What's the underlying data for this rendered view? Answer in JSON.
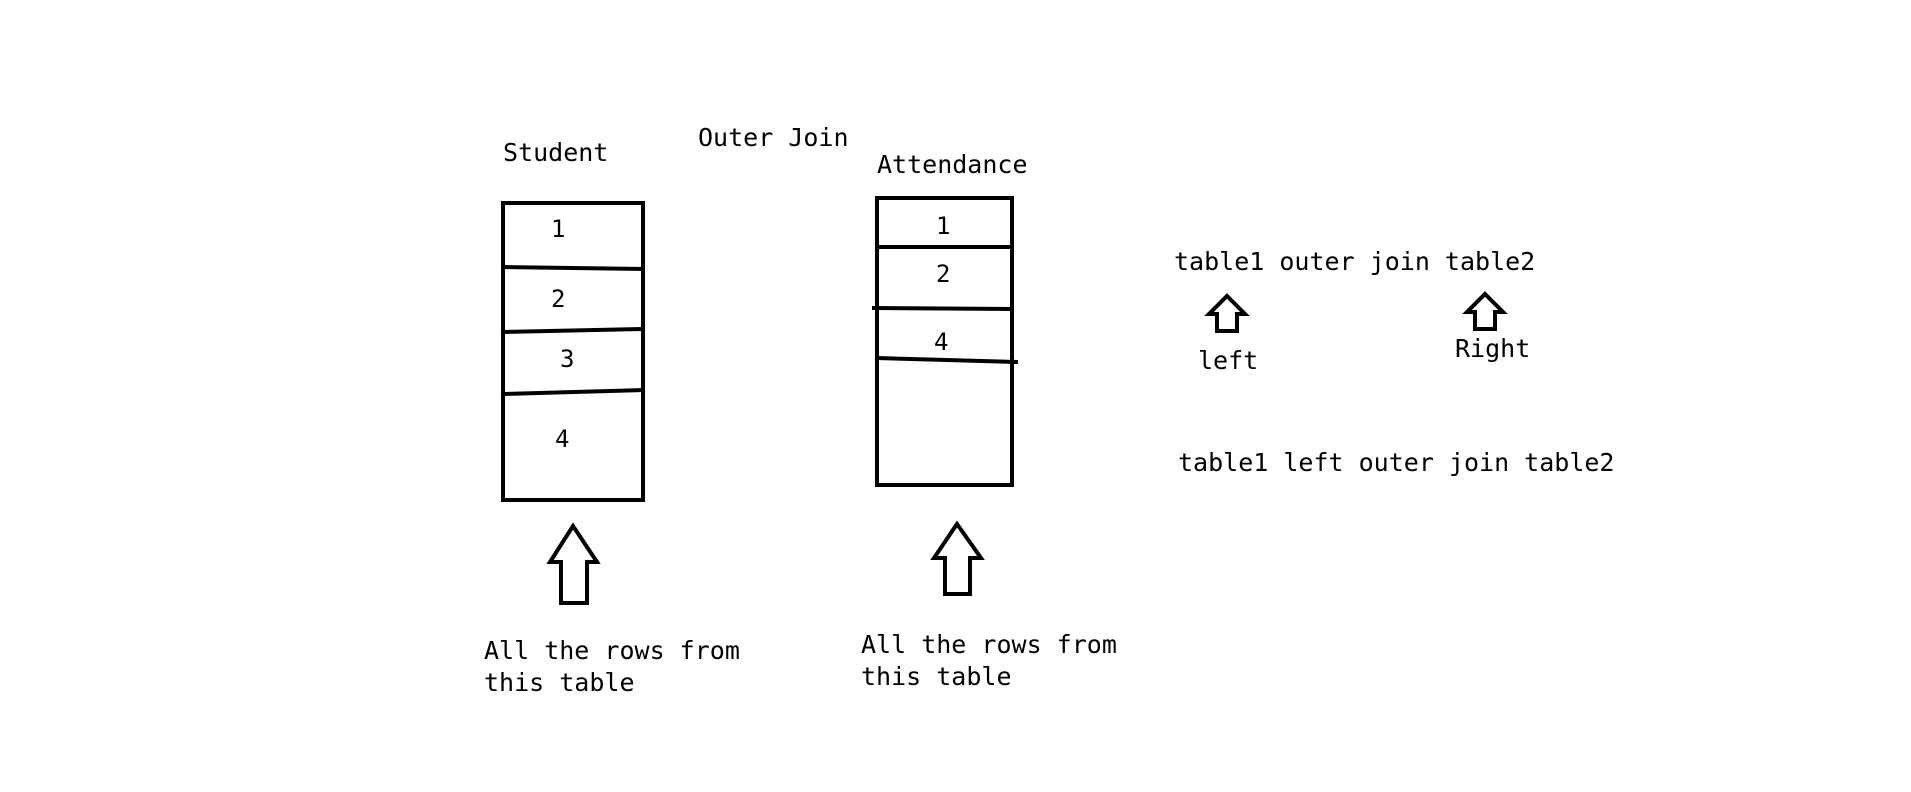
{
  "colors": {
    "ink": "#000000",
    "paper": "#ffffff"
  },
  "title": "Outer Join",
  "student_table": {
    "name": "Student",
    "rows": [
      "1",
      "2",
      "3",
      "4"
    ],
    "caption_line1": "All the rows from",
    "caption_line2": "this table"
  },
  "attendance_table": {
    "name": "Attendance",
    "rows": [
      "1",
      "2",
      "4"
    ],
    "caption_line1": "All the rows from",
    "caption_line2": "this table"
  },
  "syntax": {
    "line1": "table1 outer join table2",
    "left_label": "left",
    "right_label": "Right",
    "line2": "table1 left outer join table2"
  },
  "icons": [
    "up-arrow-icon"
  ]
}
